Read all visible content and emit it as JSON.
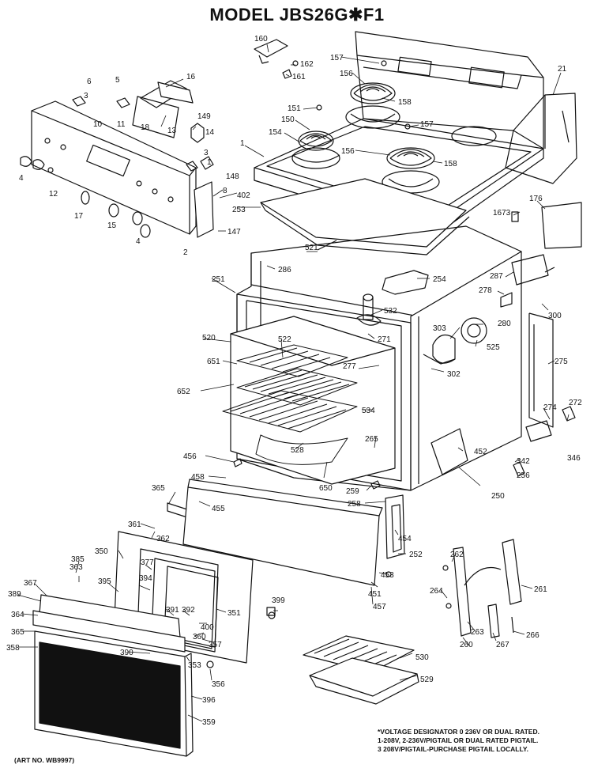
{
  "title": "MODEL JBS26G✱F1",
  "art_number": "(ART NO. WB9997)",
  "footnote": {
    "line1": "*VOLTAGE DESIGNATOR 0 236V OR DUAL RATED.",
    "line2": "1-208V, 2-236V/PIGTAIL OR DUAL RATED PIGTAIL.",
    "line3": "3 208V/PIGTAIL-PURCHASE PIGTAIL LOCALLY."
  },
  "part_labels": [
    "160",
    "162",
    "161",
    "157",
    "156",
    "158",
    "151",
    "150",
    "154",
    "157",
    "156",
    "158",
    "21",
    "1",
    "16",
    "6",
    "5",
    "3",
    "10",
    "11",
    "18",
    "13",
    "149",
    "14",
    "3",
    "1",
    "148",
    "8",
    "402",
    "253",
    "147",
    "4",
    "12",
    "17",
    "15",
    "4",
    "2",
    "176",
    "1673",
    "521",
    "286",
    "287",
    "278",
    "300",
    "254",
    "251",
    "532",
    "303",
    "280",
    "525",
    "520",
    "522",
    "271",
    "275",
    "651",
    "277",
    "302",
    "652",
    "534",
    "274",
    "272",
    "346",
    "265",
    "528",
    "452",
    "342",
    "256",
    "456",
    "458",
    "650",
    "259",
    "258",
    "250",
    "365",
    "455",
    "454",
    "361",
    "362",
    "252",
    "350",
    "377",
    "453",
    "385",
    "363",
    "395",
    "367",
    "389",
    "364",
    "365",
    "358",
    "394",
    "391",
    "392",
    "351",
    "400",
    "360",
    "357",
    "390",
    "353",
    "356",
    "396",
    "359",
    "399",
    "451",
    "457",
    "262",
    "264",
    "261",
    "263",
    "260",
    "267",
    "266",
    "530",
    "529"
  ]
}
